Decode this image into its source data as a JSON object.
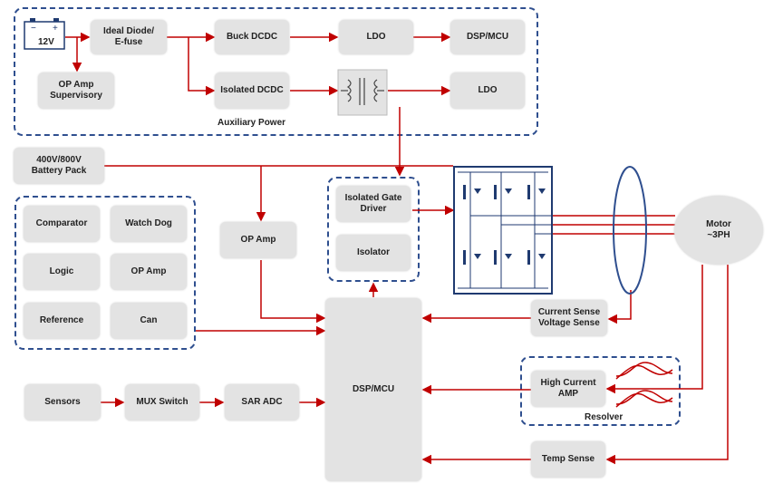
{
  "auxiliary_power": {
    "group_label": "Auxiliary Power",
    "battery_12v": "12V",
    "ideal_diode": "Ideal Diode/\nE-fuse",
    "buck_dcdc": "Buck DCDC",
    "ldo_top": "LDO",
    "dsp_mcu_top": "DSP/MCU",
    "op_amp_supervisory": "OP Amp\nSupervisory",
    "isolated_dcdc": "Isolated DCDC",
    "ldo_bottom": "LDO"
  },
  "battery_pack": "400V/800V\nBattery Pack",
  "left_group": {
    "comparator": "Comparator",
    "watch_dog": "Watch Dog",
    "logic": "Logic",
    "op_amp": "OP Amp",
    "reference": "Reference",
    "can": "Can"
  },
  "op_amp_mid": "OP Amp",
  "gate_group": {
    "isolated_gate_driver": "Isolated Gate\nDriver",
    "isolator": "Isolator"
  },
  "motor": "Motor\n~3PH",
  "current_voltage_sense": "Current Sense\nVoltage Sense",
  "dsp_mcu_main": "DSP/MCU",
  "sensors": "Sensors",
  "mux_switch": "MUX Switch",
  "sar_adc": "SAR ADC",
  "resolver_group": {
    "high_current_amp": "High Current\nAMP",
    "resolver_label": "Resolver"
  },
  "temp_sense": "Temp Sense",
  "colors": {
    "wire": "#c00000",
    "group_border": "#2f4f8f",
    "box_fill": "#e3e3e3"
  }
}
